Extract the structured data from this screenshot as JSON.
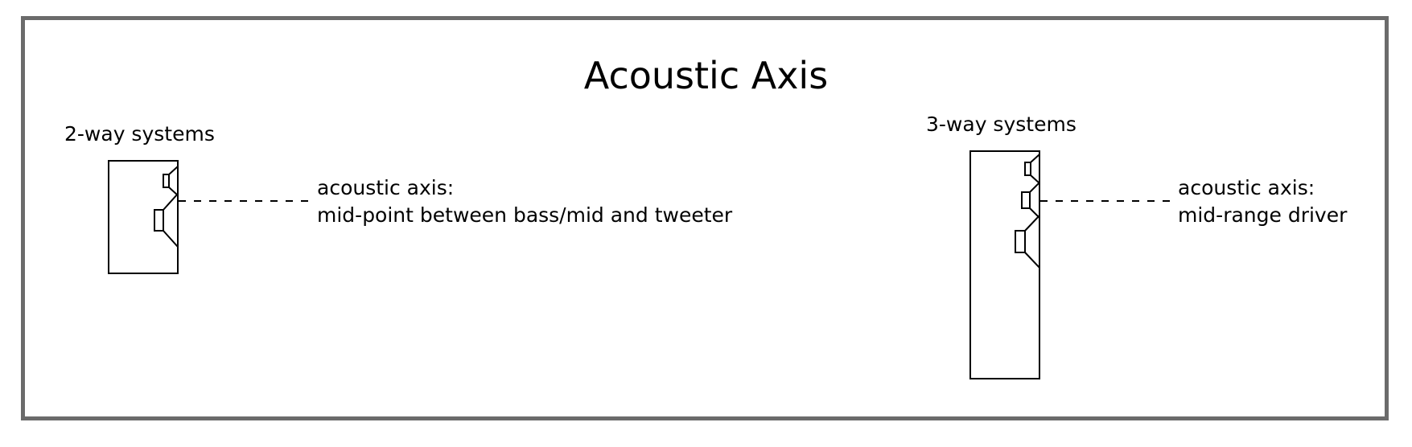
{
  "title": "Acoustic Axis",
  "two_way": {
    "heading": "2-way systems",
    "note_line1": "acoustic axis:",
    "note_line2": "mid-point between bass/mid and tweeter"
  },
  "three_way": {
    "heading": "3-way systems",
    "note_line1": "acoustic axis:",
    "note_line2": "mid-range driver"
  },
  "icons": {
    "speaker_driver": "speaker-driver-icon",
    "cabinet": "speaker-cabinet"
  },
  "colors": {
    "frame_border": "#6b6b6b",
    "line": "#000000",
    "background": "#ffffff"
  }
}
